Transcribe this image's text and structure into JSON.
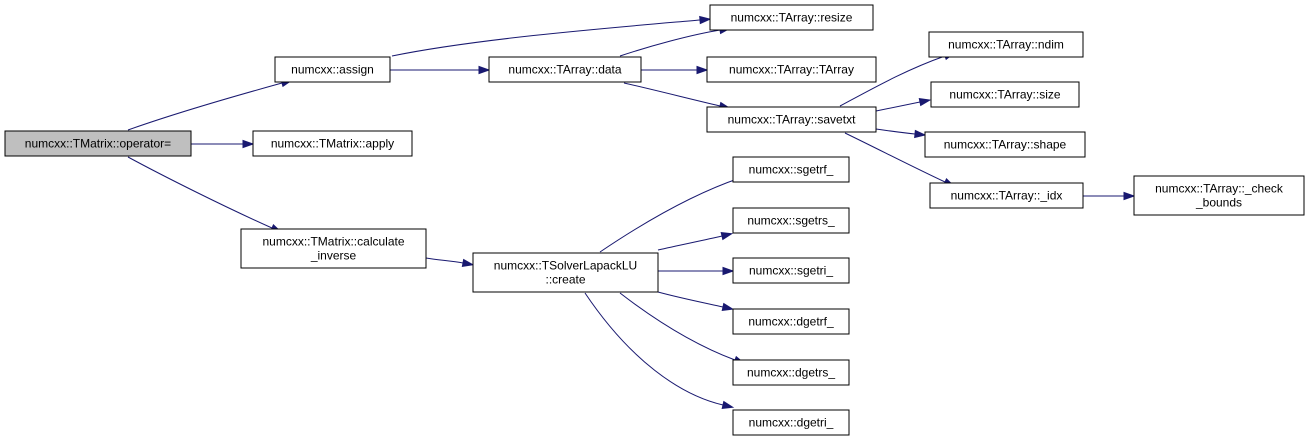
{
  "colors": {
    "edge": "#191970",
    "root_fill": "#bfbfbf",
    "node_fill": "#ffffff"
  },
  "nodes": [
    {
      "id": "operator",
      "lines": [
        "numcxx::TMatrix::operator="
      ],
      "highlight": true
    },
    {
      "id": "assign",
      "lines": [
        "numcxx::assign"
      ]
    },
    {
      "id": "apply",
      "lines": [
        "numcxx::TMatrix::apply"
      ]
    },
    {
      "id": "calc_inverse",
      "lines": [
        "numcxx::TMatrix::calculate",
        "_inverse"
      ]
    },
    {
      "id": "data",
      "lines": [
        "numcxx::TArray::data"
      ]
    },
    {
      "id": "resize",
      "lines": [
        "numcxx::TArray::resize"
      ]
    },
    {
      "id": "tarray",
      "lines": [
        "numcxx::TArray::TArray"
      ]
    },
    {
      "id": "savetxt",
      "lines": [
        "numcxx::TArray::savetxt"
      ]
    },
    {
      "id": "ndim",
      "lines": [
        "numcxx::TArray::ndim"
      ]
    },
    {
      "id": "size",
      "lines": [
        "numcxx::TArray::size"
      ]
    },
    {
      "id": "shape",
      "lines": [
        "numcxx::TArray::shape"
      ]
    },
    {
      "id": "idx",
      "lines": [
        "numcxx::TArray::_idx"
      ]
    },
    {
      "id": "check_bounds",
      "lines": [
        "numcxx::TArray::_check",
        "_bounds"
      ]
    },
    {
      "id": "create",
      "lines": [
        "numcxx::TSolverLapackLU",
        "::create"
      ]
    },
    {
      "id": "sgetrf",
      "lines": [
        "numcxx::sgetrf_"
      ]
    },
    {
      "id": "sgetrs",
      "lines": [
        "numcxx::sgetrs_"
      ]
    },
    {
      "id": "sgetri",
      "lines": [
        "numcxx::sgetri_"
      ]
    },
    {
      "id": "dgetrf",
      "lines": [
        "numcxx::dgetrf_"
      ]
    },
    {
      "id": "dgetrs",
      "lines": [
        "numcxx::dgetrs_"
      ]
    },
    {
      "id": "dgetri",
      "lines": [
        "numcxx::dgetri_"
      ]
    }
  ],
  "edges": [
    [
      "operator",
      "assign"
    ],
    [
      "operator",
      "apply"
    ],
    [
      "operator",
      "calc_inverse"
    ],
    [
      "assign",
      "data"
    ],
    [
      "assign",
      "resize"
    ],
    [
      "data",
      "resize"
    ],
    [
      "data",
      "tarray"
    ],
    [
      "data",
      "savetxt"
    ],
    [
      "savetxt",
      "ndim"
    ],
    [
      "savetxt",
      "size"
    ],
    [
      "savetxt",
      "shape"
    ],
    [
      "savetxt",
      "idx"
    ],
    [
      "idx",
      "check_bounds"
    ],
    [
      "calc_inverse",
      "create"
    ],
    [
      "create",
      "sgetrf"
    ],
    [
      "create",
      "sgetrs"
    ],
    [
      "create",
      "sgetri"
    ],
    [
      "create",
      "dgetrf"
    ],
    [
      "create",
      "dgetrs"
    ],
    [
      "create",
      "dgetri"
    ]
  ]
}
